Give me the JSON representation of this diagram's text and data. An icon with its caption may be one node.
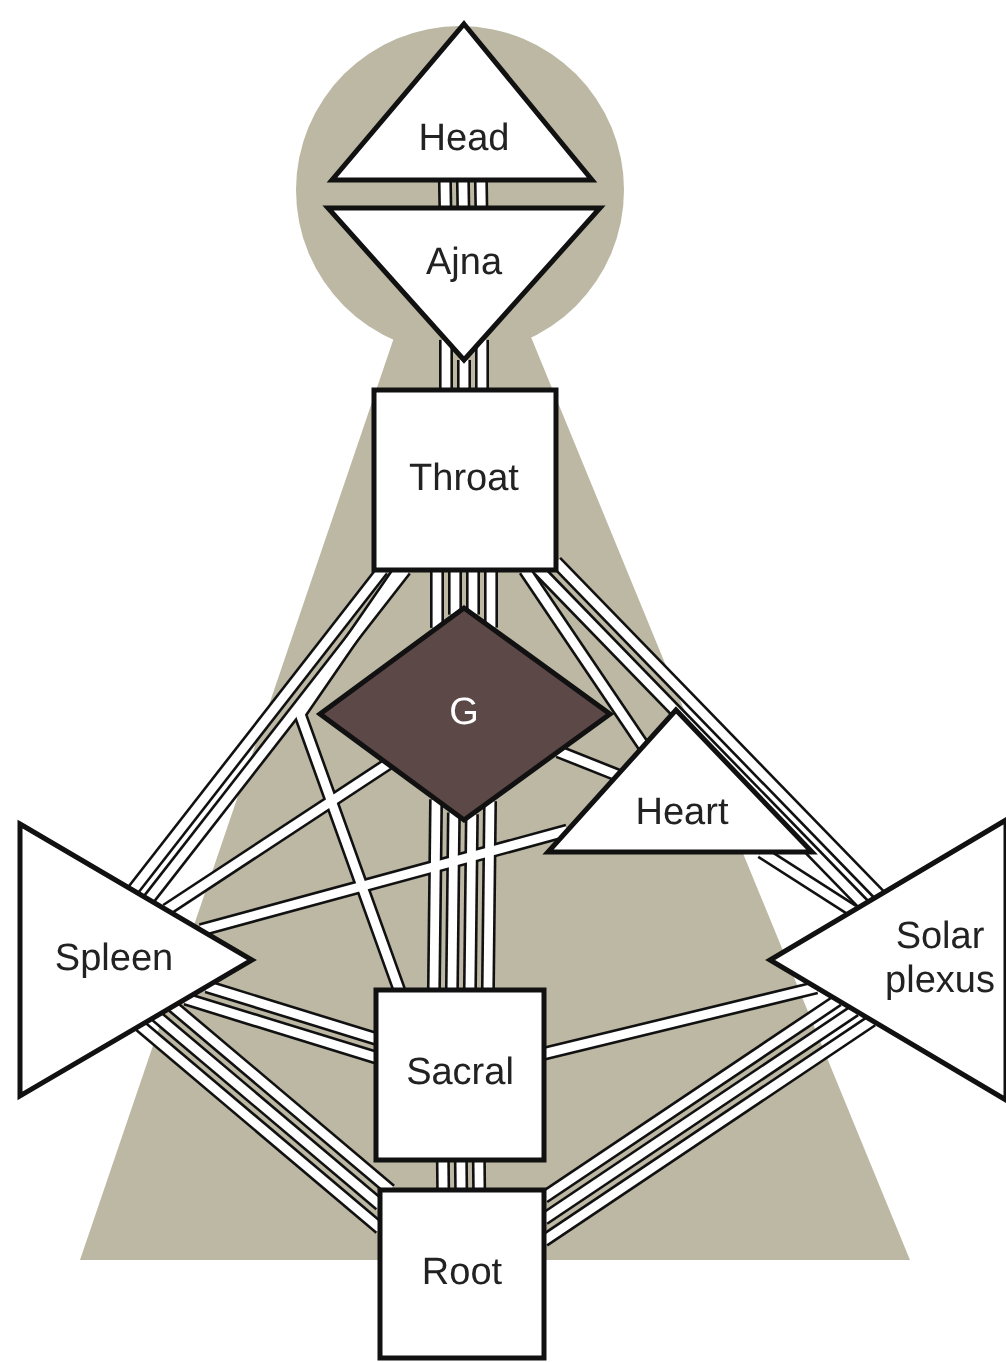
{
  "diagram": {
    "nodes": [
      {
        "text": [
          "Head"
        ]
      },
      {
        "text": [
          "Ajna"
        ]
      },
      {
        "text": [
          "Throat"
        ]
      },
      {
        "text": [
          "G"
        ]
      },
      {
        "text": [
          "Heart"
        ]
      },
      {
        "text": [
          "Spleen"
        ]
      },
      {
        "text": [
          "Solar plexus"
        ]
      },
      {
        "text": [
          "Sacral"
        ]
      },
      {
        "text": [
          "Root"
        ]
      }
    ],
    "edges": [
      {
        "from": 0,
        "to": 1,
        "arrow": "none"
      },
      {
        "from": 0,
        "to": 1,
        "arrow": "none"
      },
      {
        "from": 0,
        "to": 1,
        "arrow": "none"
      },
      {
        "from": 1,
        "to": 2,
        "arrow": "none"
      },
      {
        "from": 1,
        "to": 2,
        "arrow": "none"
      },
      {
        "from": 1,
        "to": 2,
        "arrow": "none"
      },
      {
        "from": 2,
        "to": 3,
        "arrow": "none"
      },
      {
        "from": 2,
        "to": 3,
        "arrow": "none"
      },
      {
        "from": 2,
        "to": 3,
        "arrow": "none"
      },
      {
        "from": 2,
        "to": 3,
        "arrow": "none"
      },
      {
        "from": 2,
        "to": 5,
        "arrow": "none"
      },
      {
        "from": 2,
        "to": 5,
        "arrow": "none"
      },
      {
        "from": 2,
        "to": 6,
        "arrow": "none"
      },
      {
        "from": 2,
        "to": 6,
        "arrow": "none"
      },
      {
        "from": 2,
        "to": 7,
        "arrow": "none"
      },
      {
        "from": 2,
        "to": 4,
        "arrow": "none"
      },
      {
        "from": 3,
        "to": 7,
        "arrow": "none"
      },
      {
        "from": 3,
        "to": 7,
        "arrow": "none"
      },
      {
        "from": 3,
        "to": 7,
        "arrow": "none"
      },
      {
        "from": 3,
        "to": 7,
        "arrow": "none"
      },
      {
        "from": 3,
        "to": 5,
        "arrow": "none"
      },
      {
        "from": 3,
        "to": 4,
        "arrow": "none"
      },
      {
        "from": 4,
        "to": 5,
        "arrow": "none"
      },
      {
        "from": 4,
        "to": 6,
        "arrow": "none"
      },
      {
        "from": 7,
        "to": 5,
        "arrow": "none"
      },
      {
        "from": 7,
        "to": 5,
        "arrow": "none"
      },
      {
        "from": 7,
        "to": 6,
        "arrow": "none"
      },
      {
        "from": 7,
        "to": 8,
        "arrow": "none"
      },
      {
        "from": 7,
        "to": 8,
        "arrow": "none"
      },
      {
        "from": 7,
        "to": 8,
        "arrow": "none"
      },
      {
        "from": 8,
        "to": 5,
        "arrow": "none"
      },
      {
        "from": 8,
        "to": 5,
        "arrow": "none"
      },
      {
        "from": 8,
        "to": 5,
        "arrow": "none"
      },
      {
        "from": 8,
        "to": 6,
        "arrow": "none"
      },
      {
        "from": 8,
        "to": 6,
        "arrow": "none"
      },
      {
        "from": 8,
        "to": 6,
        "arrow": "none"
      }
    ]
  }
}
